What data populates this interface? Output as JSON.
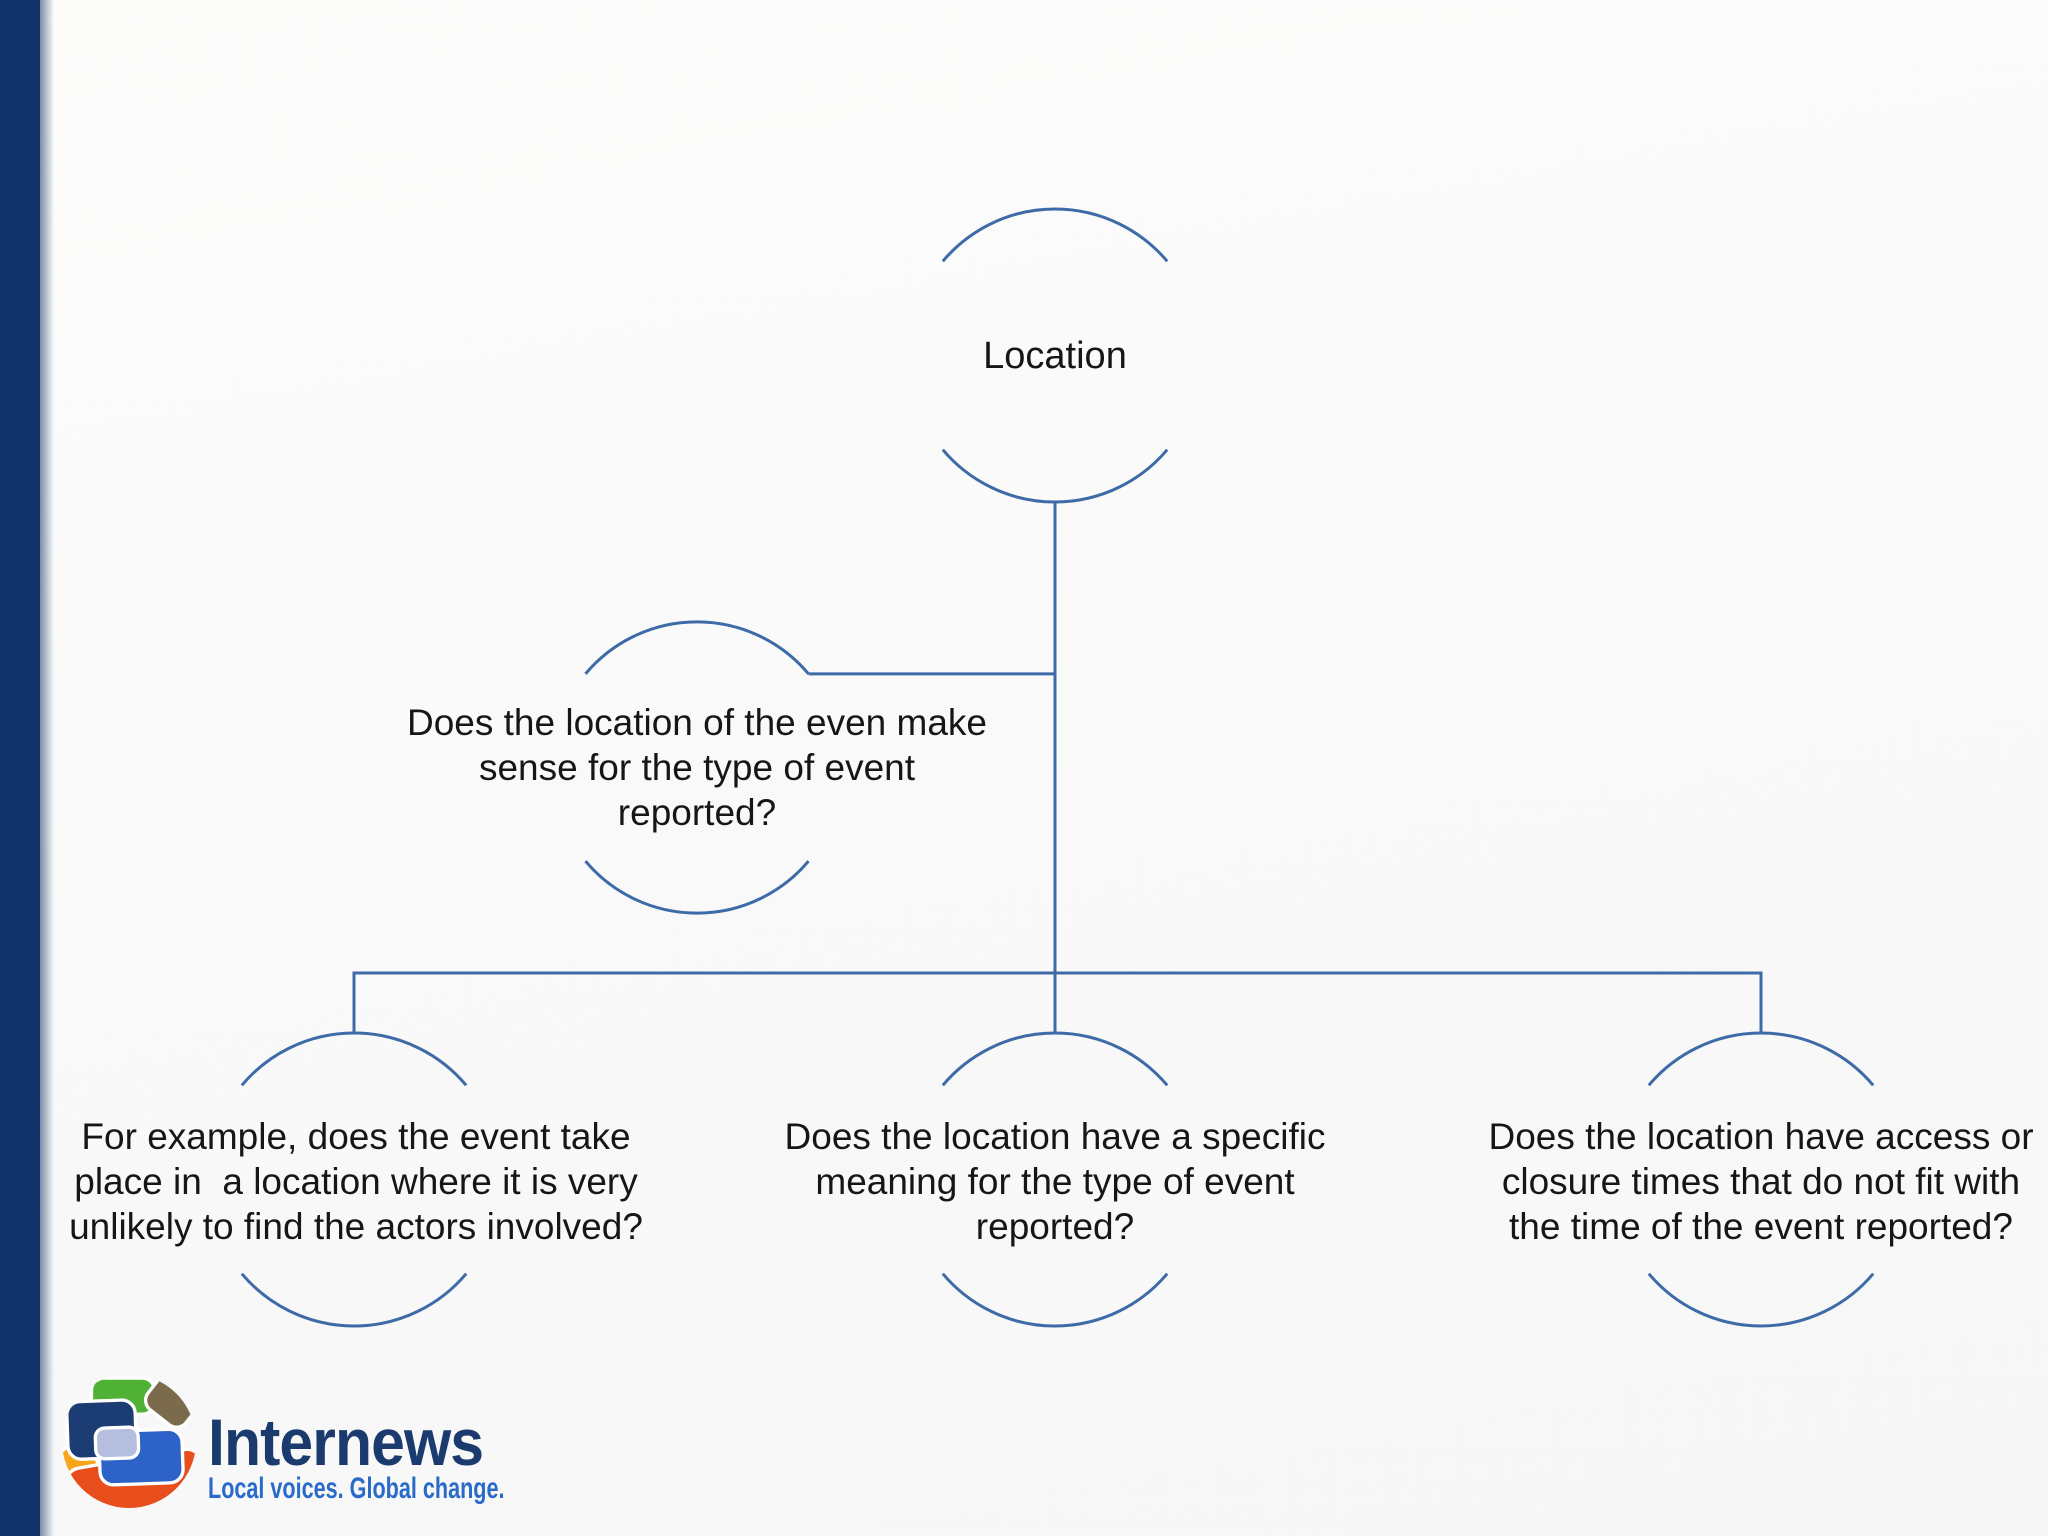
{
  "slide": {
    "sidebar_color": "#12346a",
    "connector_color": "#3e6ba8",
    "text_color": "#161616"
  },
  "diagram": {
    "root_label": "Location",
    "question": "Does the location of the even make\nsense for the type of event\nreported?",
    "sub_questions": [
      "For example, does the event take\nplace in  a location where it is very\nunlikely to find the actors involved?",
      "Does the location have a specific\nmeaning for the type of event\nreported?",
      "Does the location have access or\nclosure times that do not fit with\nthe time of the event reported?"
    ]
  },
  "logo": {
    "wordmark": "Internews",
    "tagline": "Local voices. Global change.",
    "wordmark_color": "#1b3a6e",
    "tagline_color": "#2a6bc9",
    "mark_colors": {
      "green": "#4fb235",
      "brown": "#7b6a4c",
      "navy": "#1c3c74",
      "blue": "#2d63c8",
      "periwinkle": "#b5bedf",
      "orange": "#f6a71e",
      "red": "#e84e1b"
    }
  }
}
